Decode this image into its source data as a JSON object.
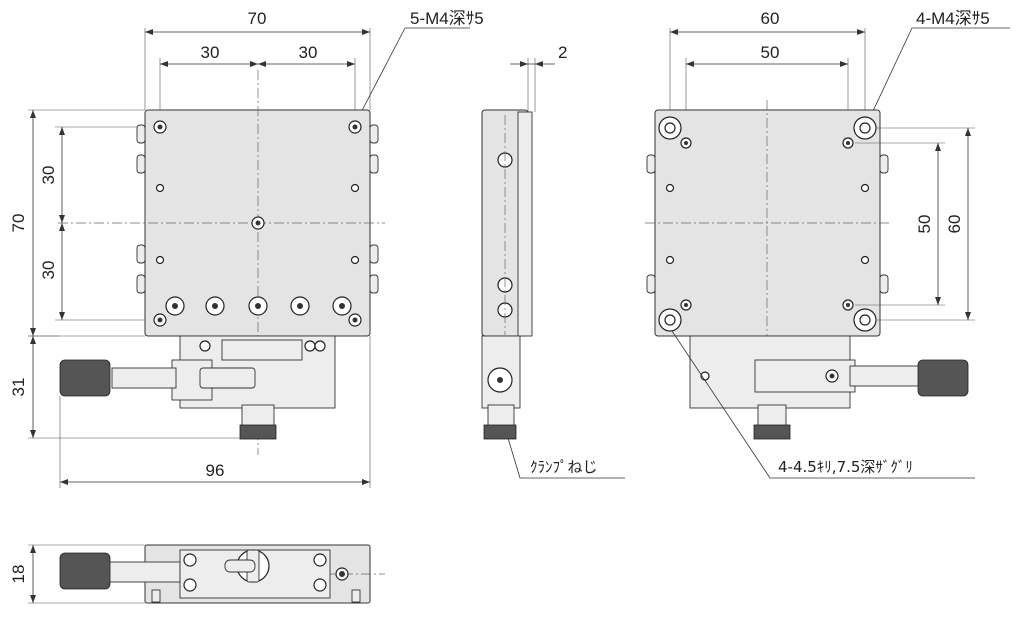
{
  "front_view": {
    "width_total": "70",
    "width_left": "30",
    "width_right": "30",
    "height_total": "70",
    "height_upper": "30",
    "height_lower": "30",
    "knob_height": "31",
    "overall_length": "96",
    "hole_callout": "5-M4深ｻ5"
  },
  "side_view": {
    "offset": "2",
    "clamp_label": "ｸﾗﾝﾌﾟねじ"
  },
  "bottom_view": {
    "width_total": "60",
    "width_inner": "50",
    "height_inner": "50",
    "height_total": "60",
    "hole_callout": "4-M4深ｻ5",
    "counterbore_callout": "4-4.5ｷﾘ,7.5深ｻﾞｸﾞﾘ"
  },
  "lower_view": {
    "thickness": "18"
  }
}
